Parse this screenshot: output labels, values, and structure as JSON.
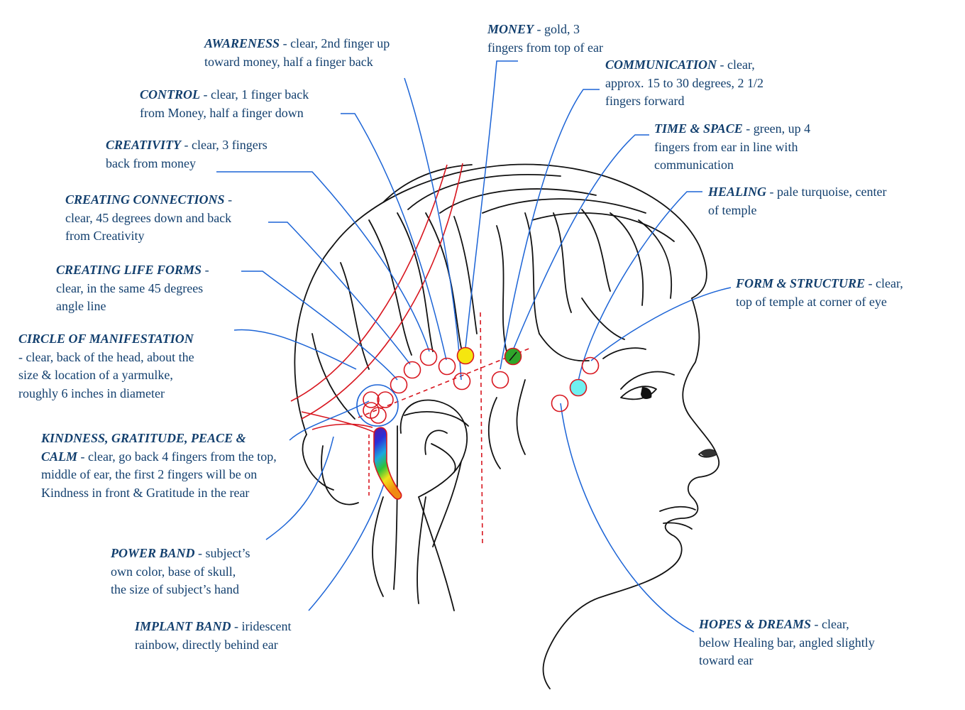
{
  "colors": {
    "label_text": "#123f6e",
    "leader_line": "#1c64d6",
    "marker_outline": "#d8161f",
    "sketch": "#111111",
    "money_fill": "#f5e60f",
    "time_space_fill": "#2fa52a",
    "healing_fill": "#6ff0f0"
  },
  "labels": {
    "awareness": {
      "title": "AWARENESS",
      "desc": " - clear, 2nd finger up\ntoward money, half a finger back"
    },
    "money": {
      "title": "MONEY",
      "desc": " - gold, 3\nfingers from top of ear"
    },
    "communication": {
      "title": "COMMUNICATION",
      "desc": " - clear,\napprox. 15 to 30 degrees, 2 1/2\nfingers forward"
    },
    "control": {
      "title": "CONTROL",
      "desc": " - clear, 1 finger back\nfrom Money, half a finger down"
    },
    "time_space": {
      "title": "TIME & SPACE",
      "desc": " - green, up 4\nfingers from ear in line with\ncommunication"
    },
    "creativity": {
      "title": "CREATIVITY",
      "desc": " - clear, 3 fingers\nback from money"
    },
    "healing": {
      "title": "HEALING",
      "desc": " - pale turquoise, center\nof temple"
    },
    "creating_connections": {
      "title": "CREATING CONNECTIONS",
      "desc": " -\nclear, 45 degrees down and back\nfrom Creativity"
    },
    "creating_life_forms": {
      "title": "CREATING LIFE FORMS",
      "desc": " -\nclear, in the same 45 degrees\nangle line"
    },
    "form_structure": {
      "title": "FORM & STRUCTURE",
      "desc": " - clear,\ntop of temple at corner of eye"
    },
    "circle_manifestation": {
      "title": "CIRCLE OF MANIFESTATION",
      "desc": "\n- clear, back of the head, about the\nsize & location of a yarmulke,\nroughly 6 inches in diameter"
    },
    "kindness": {
      "title": "KINDNESS, GRATITUDE, PEACE &\nCALM",
      "desc": " - clear, go back 4 fingers from the top,\nmiddle of ear, the first 2 fingers will be on\nKindness in front & Gratitude in the rear"
    },
    "power_band": {
      "title": "POWER BAND",
      "desc": " - subject’s\nown color, base of skull,\nthe size of subject’s hand"
    },
    "implant_band": {
      "title": "IMPLANT BAND",
      "desc": " - iridescent\nrainbow, directly behind ear"
    },
    "hopes_dreams": {
      "title": "HOPES & DREAMS",
      "desc": " - clear,\nbelow Healing bar, angled slightly\ntoward ear"
    }
  }
}
